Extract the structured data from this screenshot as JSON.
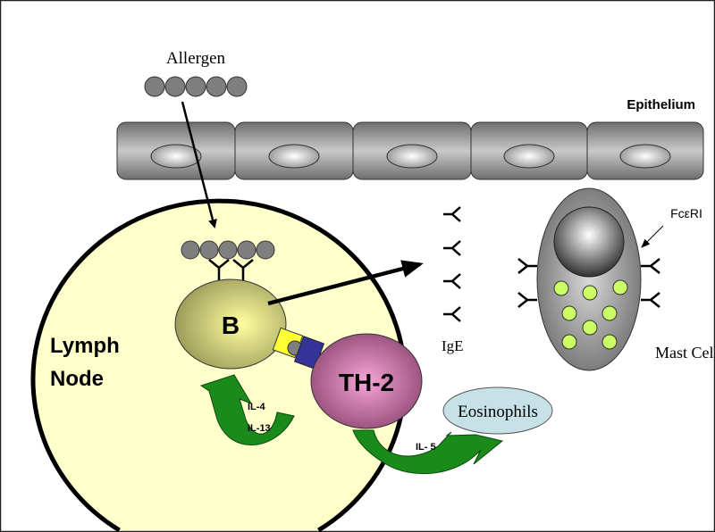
{
  "title": "Allergic response diagram",
  "labels": {
    "allergen": "Allergen",
    "epithelium": "Epithelium",
    "fceri": "FcεRI",
    "ige": "IgE",
    "mast_cell": "Mast Cell",
    "b_cell": "B",
    "th2": "TH-2",
    "lymph_node_line1": "Lymph",
    "lymph_node_line2": "Node",
    "il4": "IL-4",
    "il13": "IL-13",
    "il5": "IL- 5",
    "eosinophils": "Eosinophils"
  },
  "colors": {
    "lymph_node_fill": "#ffffcc",
    "b_cell": "#c8c878",
    "th2": "#b05b8c",
    "eosinophil_fill": "#c6e2e6",
    "granule": "#ccff66",
    "arrow_green": "#1a8a1a",
    "allergen_bead": "#7f7f7f",
    "yellow_receptor": "#ffff33",
    "blue_receptor": "#333399"
  }
}
